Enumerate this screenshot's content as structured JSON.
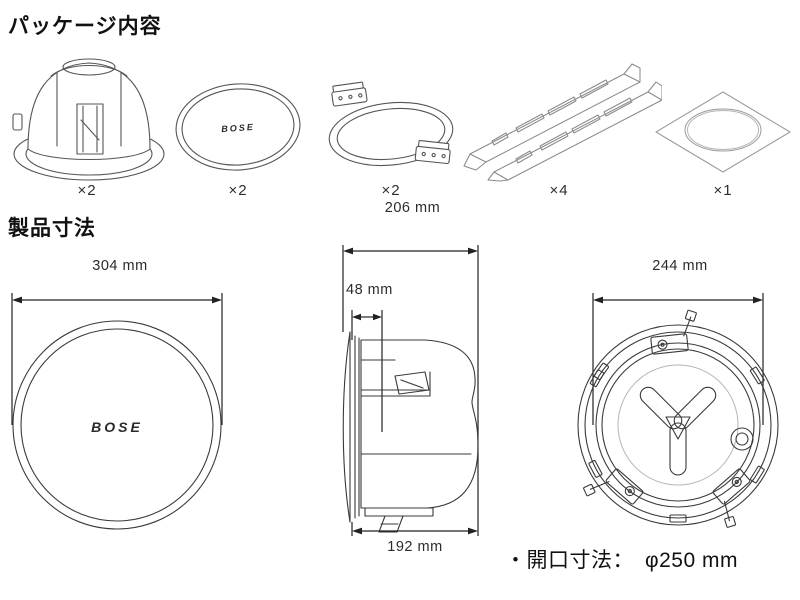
{
  "colors": {
    "background": "#ffffff",
    "line_art": "#3a3a3a",
    "dimension_lines": "#222222",
    "text": "#1a1a1a"
  },
  "package_section": {
    "title": "パッケージ内容",
    "items": [
      {
        "name": "speaker-unit",
        "qty": "×2"
      },
      {
        "name": "grille",
        "qty": "×2",
        "logo_text": "BOSE"
      },
      {
        "name": "mounting-ring",
        "qty": "×2"
      },
      {
        "name": "tile-bridge-rails",
        "qty": "×4"
      },
      {
        "name": "tile-bridge-plate",
        "qty": "×1"
      }
    ]
  },
  "dimensions_section": {
    "title": "製品寸法",
    "front_view": {
      "diameter_label": "304 mm",
      "logo_text": "BOSE"
    },
    "side_view": {
      "total_depth_label": "206 mm",
      "grille_depth_label": "48 mm",
      "body_depth_label": "192 mm"
    },
    "rear_view": {
      "diameter_label": "244 mm"
    },
    "cutout_note": "・開口寸法：　φ250 mm"
  }
}
